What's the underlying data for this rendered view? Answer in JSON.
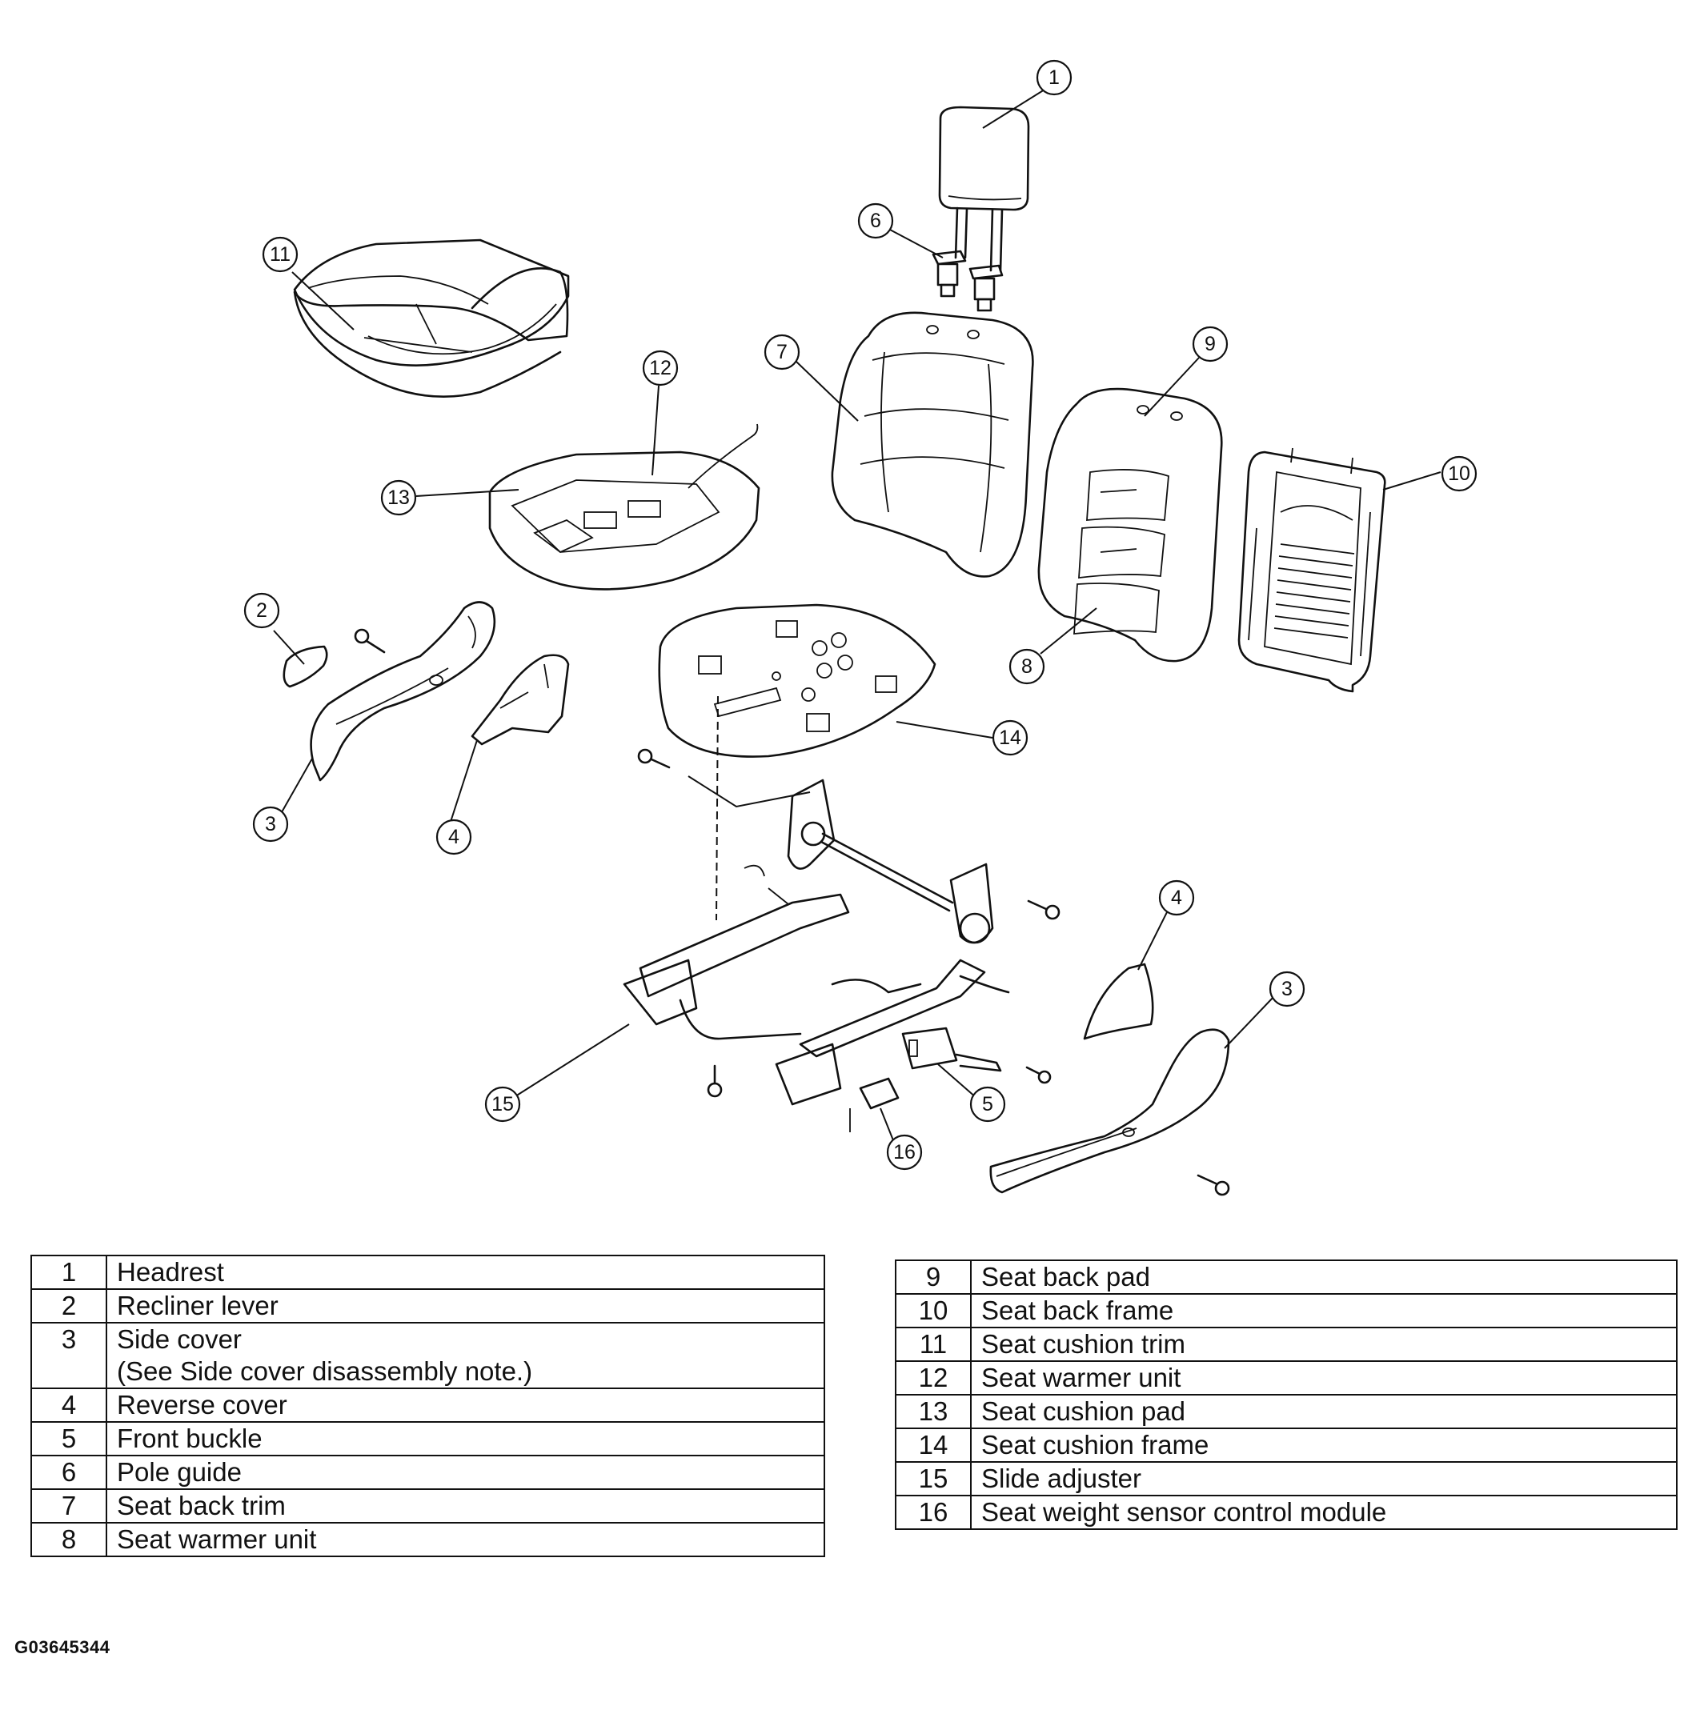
{
  "figure_id": "G03645344",
  "callouts": [
    "1",
    "2",
    "3",
    "4",
    "5",
    "6",
    "7",
    "8",
    "9",
    "10",
    "11",
    "12",
    "13",
    "14",
    "15",
    "16"
  ],
  "parts_left": [
    {
      "num": "1",
      "name": "Headrest"
    },
    {
      "num": "2",
      "name": "Recliner lever"
    },
    {
      "num": "3",
      "name": "Side cover",
      "note": "(See Side cover disassembly note.)"
    },
    {
      "num": "4",
      "name": "Reverse cover"
    },
    {
      "num": "5",
      "name": "Front buckle"
    },
    {
      "num": "6",
      "name": "Pole guide"
    },
    {
      "num": "7",
      "name": "Seat back trim"
    },
    {
      "num": "8",
      "name": "Seat warmer unit"
    }
  ],
  "parts_right": [
    {
      "num": "9",
      "name": "Seat back pad"
    },
    {
      "num": "10",
      "name": "Seat back frame"
    },
    {
      "num": "11",
      "name": "Seat cushion trim"
    },
    {
      "num": "12",
      "name": "Seat warmer unit"
    },
    {
      "num": "13",
      "name": "Seat cushion pad"
    },
    {
      "num": "14",
      "name": "Seat cushion frame"
    },
    {
      "num": "15",
      "name": "Slide adjuster"
    },
    {
      "num": "16",
      "name": "Seat weight sensor control module"
    }
  ]
}
